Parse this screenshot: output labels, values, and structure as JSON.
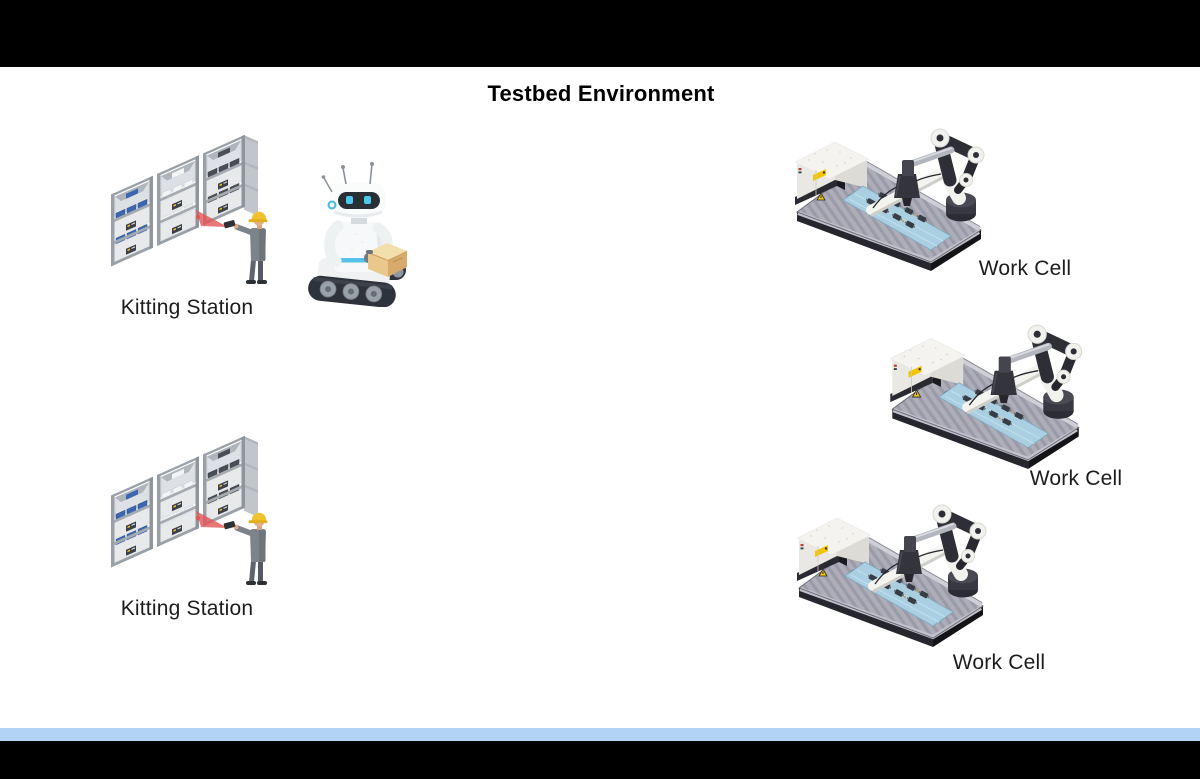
{
  "header": {
    "title": "Testbed Environment"
  },
  "palette": {
    "letterbox_bars": "#000000",
    "background": "#ffffff",
    "accent_strip": "#b2d3f3",
    "label_text": "#1c1c1c",
    "safety_yellow": "#f2c500",
    "item_blue": "#3a67b0",
    "conveyor_blue": "#a9cfe1",
    "robot_accent_cyan": "#55c2ea"
  },
  "stations": {
    "kitting_stations": [
      {
        "label": "Kitting Station"
      },
      {
        "label": "Kitting Station"
      }
    ],
    "work_cells": [
      {
        "label": "Work Cell"
      },
      {
        "label": "Work Cell"
      },
      {
        "label": "Work Cell"
      }
    ]
  },
  "icons": {
    "kitting_station": "isometric-parts-shelf-with-worker-scanning",
    "mobile_robot": "tracked-mobile-robot-carrying-box",
    "work_cell": "robotic-arm-assembly-machine"
  }
}
